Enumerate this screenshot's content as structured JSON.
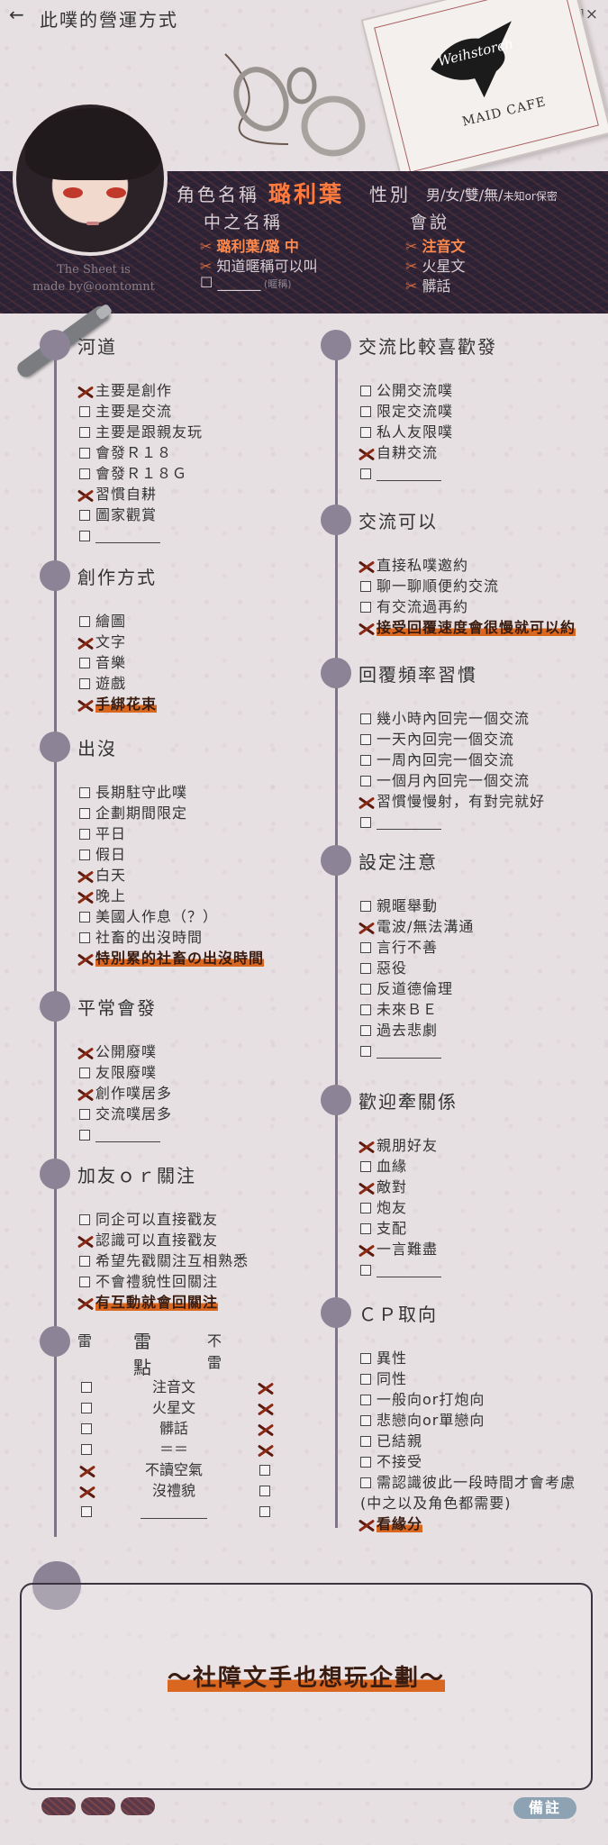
{
  "app": {
    "title": "此噗的營運方式",
    "back_glyph": "←",
    "window_controls": "_□×"
  },
  "card": {
    "brand": "Weihstorch",
    "cafe": "MAID CAFE"
  },
  "profile": {
    "credit_line1": "The Sheet is",
    "credit_line2": "made by@oomtomnt",
    "role_label": "角色名稱",
    "role_name": "璐利葉",
    "gender_label": "性別",
    "gender_options": "男/女/雙/無/",
    "gender_unknown": "未知or保密",
    "chinese_name_label": "中之名稱",
    "chinese_name_items": [
      {
        "text": "璐利葉/璐 中",
        "checked": true
      },
      {
        "text": "知道暱稱可以叫",
        "checked": true
      },
      {
        "text": "______",
        "note": "(暱稱)",
        "checked": false
      }
    ],
    "speaks_label": "會說",
    "speaks_items": [
      {
        "text": "注音文",
        "checked": true
      },
      {
        "text": "火星文",
        "checked": true
      },
      {
        "text": "髒話",
        "checked": true
      }
    ]
  },
  "sections_left": [
    {
      "title": "河道",
      "items": [
        {
          "text": "主要是創作",
          "checked": true
        },
        {
          "text": "主要是交流",
          "checked": false
        },
        {
          "text": "主要是跟親友玩",
          "checked": false
        },
        {
          "text": "會發Ｒ１８",
          "checked": false
        },
        {
          "text": "會發Ｒ１８Ｇ",
          "checked": false
        },
        {
          "text": "習慣自耕",
          "checked": true
        },
        {
          "text": "圖家觀賞",
          "checked": false
        },
        {
          "text": "",
          "checked": false,
          "blank": true
        }
      ]
    },
    {
      "title": "創作方式",
      "items": [
        {
          "text": "繪圖",
          "checked": false
        },
        {
          "text": "文字",
          "checked": true
        },
        {
          "text": "音樂",
          "checked": false
        },
        {
          "text": "遊戲",
          "checked": false
        },
        {
          "text": "手綁花束",
          "checked": true,
          "highlight": true
        }
      ]
    },
    {
      "title": "出沒",
      "items": [
        {
          "text": "長期駐守此噗",
          "checked": false
        },
        {
          "text": "企劃期間限定",
          "checked": false
        },
        {
          "text": "平日",
          "checked": false
        },
        {
          "text": "假日",
          "checked": false
        },
        {
          "text": "白天",
          "checked": true
        },
        {
          "text": "晚上",
          "checked": true
        },
        {
          "text": "美國人作息（？）",
          "checked": false
        },
        {
          "text": "社畜的出沒時間",
          "checked": false
        },
        {
          "text": "特別累的社畜の出沒時間",
          "checked": true,
          "highlight": true
        }
      ]
    },
    {
      "title": "平常會發",
      "items": [
        {
          "text": "公開廢噗",
          "checked": true
        },
        {
          "text": "友限廢噗",
          "checked": false
        },
        {
          "text": "創作噗居多",
          "checked": true
        },
        {
          "text": "交流噗居多",
          "checked": false
        },
        {
          "text": "",
          "checked": false,
          "blank": true
        }
      ]
    },
    {
      "title": "加友ｏｒ關注",
      "items": [
        {
          "text": "同企可以直接戳友",
          "checked": false
        },
        {
          "text": "認識可以直接戳友",
          "checked": true
        },
        {
          "text": "希望先戳關注互相熟悉",
          "checked": false
        },
        {
          "text": "不會禮貌性回關注",
          "checked": false
        },
        {
          "text": "有互動就會回關注",
          "checked": true,
          "highlight": true
        }
      ]
    }
  ],
  "thunder": {
    "head_mine": "雷",
    "head_title": "雷點",
    "head_not": "不雷",
    "rows": [
      {
        "label": "注音文",
        "mine": false,
        "not": true
      },
      {
        "label": "火星文",
        "mine": false,
        "not": true
      },
      {
        "label": "髒話",
        "mine": false,
        "not": true
      },
      {
        "label": "＝＝",
        "mine": false,
        "not": true
      },
      {
        "label": "不讀空氣",
        "mine": true,
        "not": false
      },
      {
        "label": "沒禮貌",
        "mine": true,
        "not": false
      },
      {
        "label": "",
        "mine": false,
        "not": false,
        "blank": true
      }
    ]
  },
  "sections_right": [
    {
      "title": "交流比較喜歡發",
      "items": [
        {
          "text": "公開交流噗",
          "checked": false
        },
        {
          "text": "限定交流噗",
          "checked": false
        },
        {
          "text": "私人友限噗",
          "checked": false
        },
        {
          "text": "自耕交流",
          "checked": true
        },
        {
          "text": "",
          "checked": false,
          "blank": true
        }
      ]
    },
    {
      "title": "交流可以",
      "items": [
        {
          "text": "直接私噗邀約",
          "checked": true
        },
        {
          "text": "聊一聊順便約交流",
          "checked": false
        },
        {
          "text": "有交流過再約",
          "checked": false
        },
        {
          "text": "接受回覆速度會很慢就可以約",
          "checked": true,
          "highlight": true
        }
      ]
    },
    {
      "title": "回覆頻率習慣",
      "items": [
        {
          "text": "幾小時內回完一個交流",
          "checked": false
        },
        {
          "text": "一天內回完一個交流",
          "checked": false
        },
        {
          "text": "一周內回完一個交流",
          "checked": false
        },
        {
          "text": "一個月內回完一個交流",
          "checked": false
        },
        {
          "text": "習慣慢慢射，有對完就好",
          "checked": true
        },
        {
          "text": "",
          "checked": false,
          "blank": true
        }
      ]
    },
    {
      "title": "設定注意",
      "items": [
        {
          "text": "親暱舉動",
          "checked": false
        },
        {
          "text": "電波/無法溝通",
          "checked": true
        },
        {
          "text": "言行不善",
          "checked": false
        },
        {
          "text": "惡役",
          "checked": false
        },
        {
          "text": "反道德倫理",
          "checked": false
        },
        {
          "text": "未來ＢＥ",
          "checked": false
        },
        {
          "text": "過去悲劇",
          "checked": false
        },
        {
          "text": "",
          "checked": false,
          "blank": true
        }
      ]
    },
    {
      "title": "歡迎牽關係",
      "items": [
        {
          "text": "親朋好友",
          "checked": true
        },
        {
          "text": "血緣",
          "checked": false
        },
        {
          "text": "敵對",
          "checked": true
        },
        {
          "text": "炮友",
          "checked": false
        },
        {
          "text": "支配",
          "checked": false
        },
        {
          "text": "一言難盡",
          "checked": true
        },
        {
          "text": "",
          "checked": false,
          "blank": true
        }
      ]
    },
    {
      "title": "ＣＰ取向",
      "items": [
        {
          "text": "異性",
          "checked": false
        },
        {
          "text": "同性",
          "checked": false
        },
        {
          "text": "一般向or打炮向",
          "checked": false
        },
        {
          "text": "悲戀向or單戀向",
          "checked": false
        },
        {
          "text": "已結親",
          "checked": false
        },
        {
          "text": "不接受",
          "checked": false
        },
        {
          "text": "需認識彼此一段時間才會考慮",
          "checked": false
        },
        {
          "text": "(中之以及角色都需要)",
          "checked": false,
          "nobox": true
        },
        {
          "text": "看緣分",
          "checked": true,
          "highlight": true
        }
      ]
    }
  ],
  "note": {
    "text": "～社障文手也想玩企劃～"
  },
  "footer": {
    "remark_label": "備註"
  },
  "colors": {
    "background": "#e7e0e3",
    "banner": "#2b2236",
    "accent_orange": "#ff7a3c",
    "highlight": "#d9671f",
    "section_dot": "#8c8496",
    "remark_button": "#8da3b4"
  }
}
